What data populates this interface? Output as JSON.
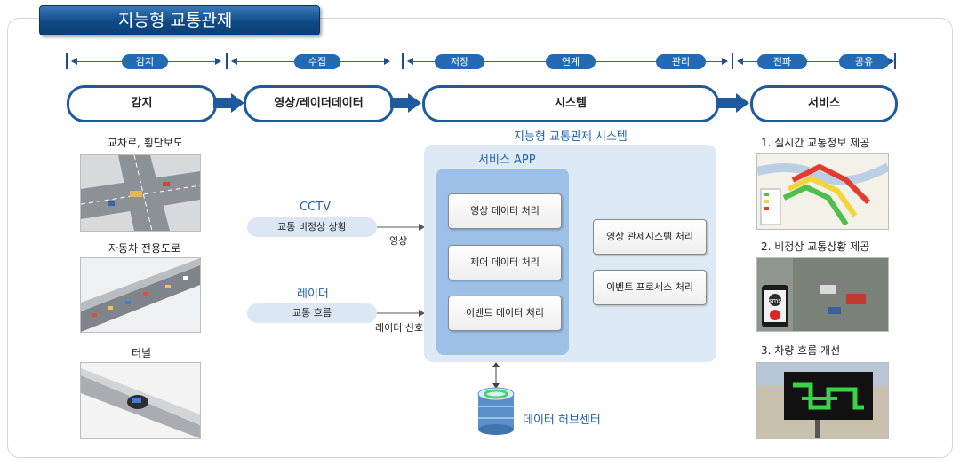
{
  "title": "지능형 교통관제",
  "header_segments": [
    {
      "pills": [
        "감지"
      ]
    },
    {
      "pills": [
        "수집"
      ]
    },
    {
      "pills": [
        "저장",
        "연계",
        "관리"
      ]
    },
    {
      "pills": [
        "전파",
        "공유"
      ]
    }
  ],
  "stages": [
    "감지",
    "영상/레이더데이터",
    "시스템",
    "서비스"
  ],
  "sensing": {
    "items": [
      "교차로, 횡단보도",
      "자동차 전용도로",
      "터널"
    ]
  },
  "collection": {
    "cctv": {
      "title": "CCTV",
      "pill": "교통 비정상 상황",
      "arrow_label": "영상"
    },
    "radar": {
      "title": "레이더",
      "pill": "교통 흐름",
      "arrow_label": "레이더 신호"
    }
  },
  "system": {
    "title": "지능형 교통관제 시스템",
    "app_title": "서비스 APP",
    "app_processes": [
      "영상 데이터 처리",
      "제어 데이터 처리",
      "이벤트 데이터 처리"
    ],
    "side_processes": [
      "영상 관제시스템 처리",
      "이벤트 프로세스 처리"
    ],
    "hub_label": "데이터 허브센터"
  },
  "services": {
    "items": [
      "1. 실시간 교통정보 제공",
      "2. 비정상 교통상황 제공",
      "3. 차량 흐름 개선"
    ],
    "sms_badge": "sms"
  },
  "colors": {
    "primary": "#1f5a9e",
    "pill": "#2469b3",
    "system_bg": "#dde9f5",
    "app_bg": "#9dc1e6",
    "accent_text": "#1f63ad"
  }
}
